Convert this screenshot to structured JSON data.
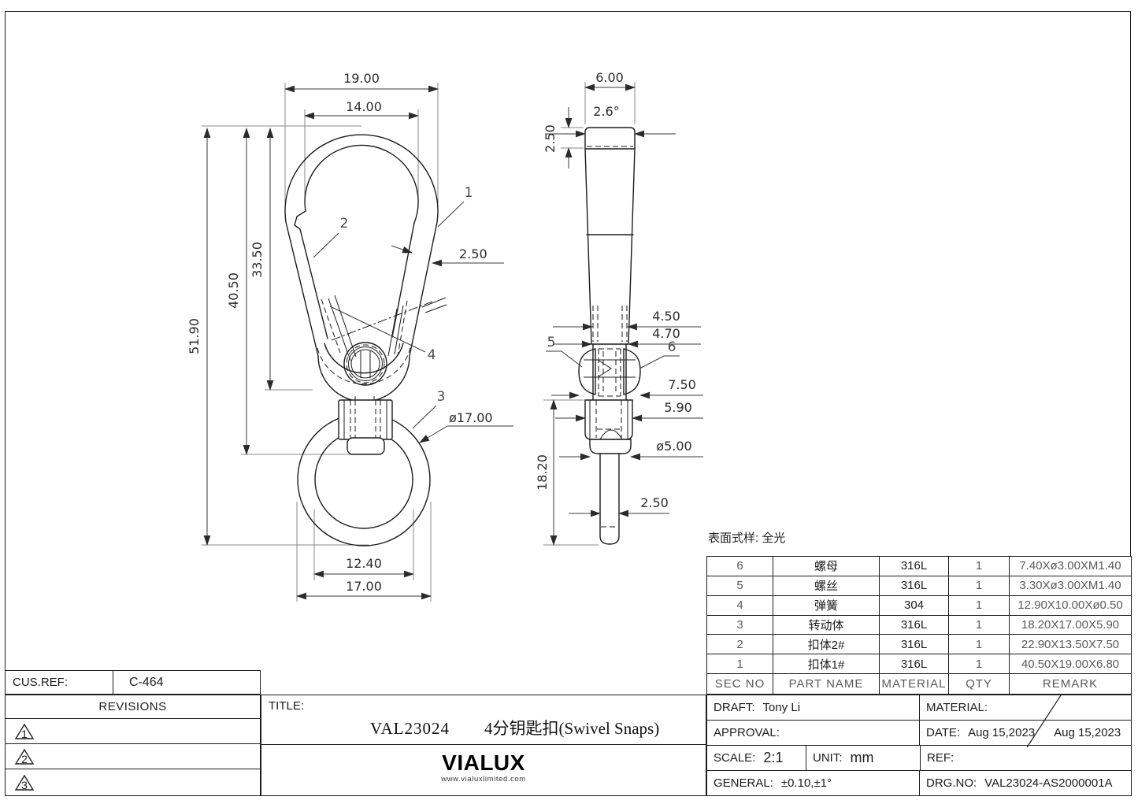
{
  "drawing": {
    "surface_note": "表面式样: 全光",
    "front_view": {
      "dims": {
        "width_outer": "19.00",
        "width_inner": "14.00",
        "height_total": "51.90",
        "height_body": "40.50",
        "height_inner": "33.50",
        "arm_thickness": "2.50",
        "ring_inner_width": "12.40",
        "ring_outer_width": "17.00",
        "ring_diameter": "ø17.00"
      },
      "callouts": [
        "1",
        "2",
        "3",
        "4"
      ]
    },
    "side_view": {
      "dims": {
        "top_width": "6.00",
        "taper_angle": "2.6°",
        "cap_height": "2.50",
        "clevis_inner": "4.50",
        "clevis_outer": "4.70",
        "clevis_width": "7.50",
        "barrel_width": "5.90",
        "stem_length": "18.20",
        "collar_diameter": "ø5.00",
        "pin_width": "2.50"
      },
      "callouts": [
        "5",
        "6"
      ]
    }
  },
  "parts_table": {
    "headers": [
      "SEC NO",
      "PART NAME",
      "MATERIAL",
      "QTY",
      "REMARK"
    ],
    "rows": [
      {
        "sec": "6",
        "name": "螺母",
        "material": "316L",
        "qty": "1",
        "remark": "7.40Xø3.00XM1.40"
      },
      {
        "sec": "5",
        "name": "螺丝",
        "material": "316L",
        "qty": "1",
        "remark": "3.30Xø3.00XM1.40"
      },
      {
        "sec": "4",
        "name": "弹簧",
        "material": "304",
        "qty": "1",
        "remark": "12.90X10.00Xø0.50"
      },
      {
        "sec": "3",
        "name": "转动体",
        "material": "316L",
        "qty": "1",
        "remark": "18.20X17.00X5.90"
      },
      {
        "sec": "2",
        "name": "扣体2#",
        "material": "316L",
        "qty": "1",
        "remark": "22.90X13.50X7.50"
      },
      {
        "sec": "1",
        "name": "扣体1#",
        "material": "316L",
        "qty": "1",
        "remark": "40.50X19.00X6.80"
      }
    ]
  },
  "title_block": {
    "cus_ref_label": "CUS.REF:",
    "cus_ref": "C-464",
    "revisions_label": "REVISIONS",
    "revision_markers": [
      "1",
      "2",
      "3"
    ],
    "title_label": "TITLE:",
    "part_no": "VAL23024",
    "title": "4分钥匙扣(Swivel Snaps)",
    "brand": "VIALUX",
    "brand_url": "www.vialuxlimited.com",
    "draft_label": "DRAFT:",
    "draft": "Tony Li",
    "approval_label": "APPROVAL:",
    "approval": "",
    "scale_label": "SCALE:",
    "scale": "2:1",
    "unit_label": "UNIT:",
    "unit": "mm",
    "general_label": "GENERAL:",
    "general": "±0.10,±1°",
    "material_label": "MATERIAL:",
    "material": "",
    "date_label": "DATE:",
    "date1": "Aug 15,2023",
    "date2": "Aug 15,2023",
    "ref_label": "REF:",
    "ref": "",
    "drg_no_label": "DRG.NO:",
    "drg_no": "VAL23024-AS2000001A"
  }
}
